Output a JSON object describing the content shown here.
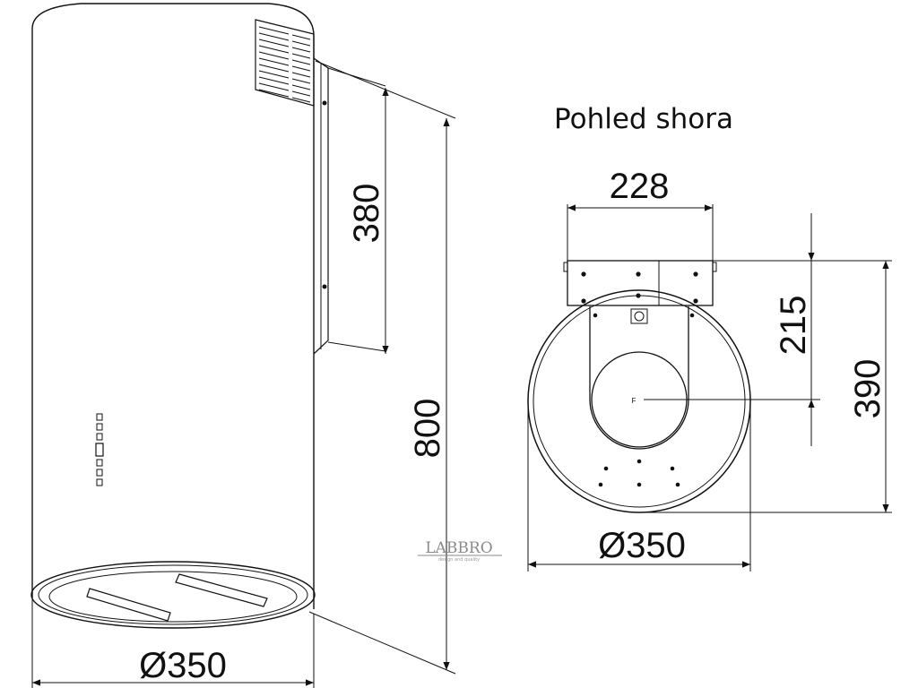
{
  "side_view": {
    "dim_height_total": "800",
    "dim_height_bracket": "380",
    "dim_diameter": "Ø350"
  },
  "top_view": {
    "title": "Pohled shora",
    "dim_bracket_width": "228",
    "dim_offset": "215",
    "dim_depth": "390",
    "dim_diameter": "Ø350",
    "center_mark": "F"
  },
  "logo": {
    "brand": "LABBRO",
    "tagline": "design and quality"
  }
}
